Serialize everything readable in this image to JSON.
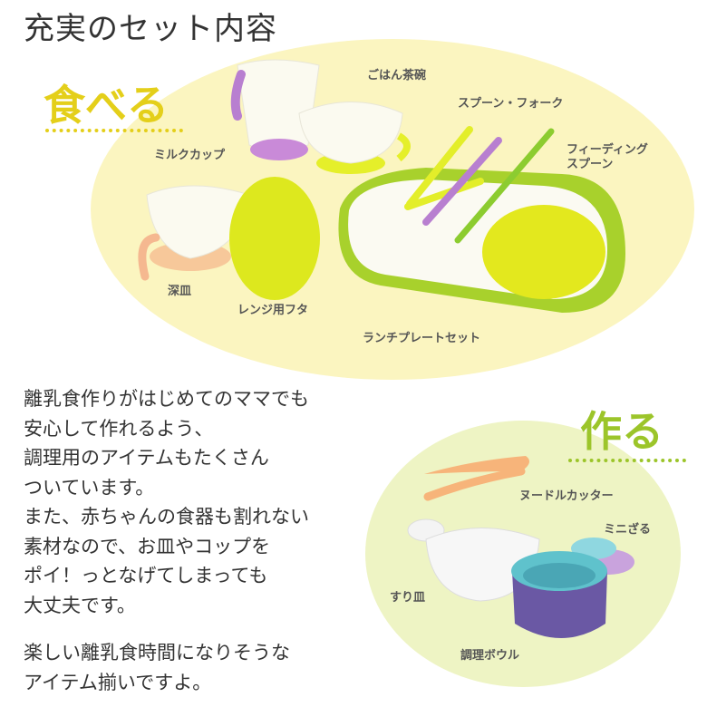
{
  "title": "充実のセット内容",
  "eat": {
    "heading": "食べる",
    "items": {
      "milk_cup": "ミルクカップ",
      "rice_bowl": "ごはん茶碗",
      "spoon_fork": "スプーン・フォーク",
      "feeding_spoon_1": "フィーディング",
      "feeding_spoon_2": "スプーン",
      "deep_dish": "深皿",
      "lid": "レンジ用フタ",
      "lunch_plate": "ランチプレートセット"
    }
  },
  "make": {
    "heading": "作る",
    "items": {
      "noodle_cutter": "ヌードルカッター",
      "mini_colander": "ミニざる",
      "grating_dish": "すり皿",
      "cooking_bowl": "調理ボウル"
    }
  },
  "description": {
    "lines": [
      "離乳食作りがはじめてのママでも",
      "安心して作れるよう、",
      "調理用のアイテムもたくさん",
      "ついています。",
      "また、赤ちゃんの食器も割れない",
      "素材なので、お皿やコップを",
      "ポイ！っとなげてしまっても",
      "大丈夫です。"
    ],
    "closing": [
      "楽しい離乳食時間になりそうな",
      "アイテム揃いですよ。"
    ]
  },
  "colors": {
    "eat_bg": "#fbf5c0",
    "make_bg": "#eef4c4",
    "eat_accent": "#e4cf1a",
    "make_accent": "#9cc52a"
  }
}
